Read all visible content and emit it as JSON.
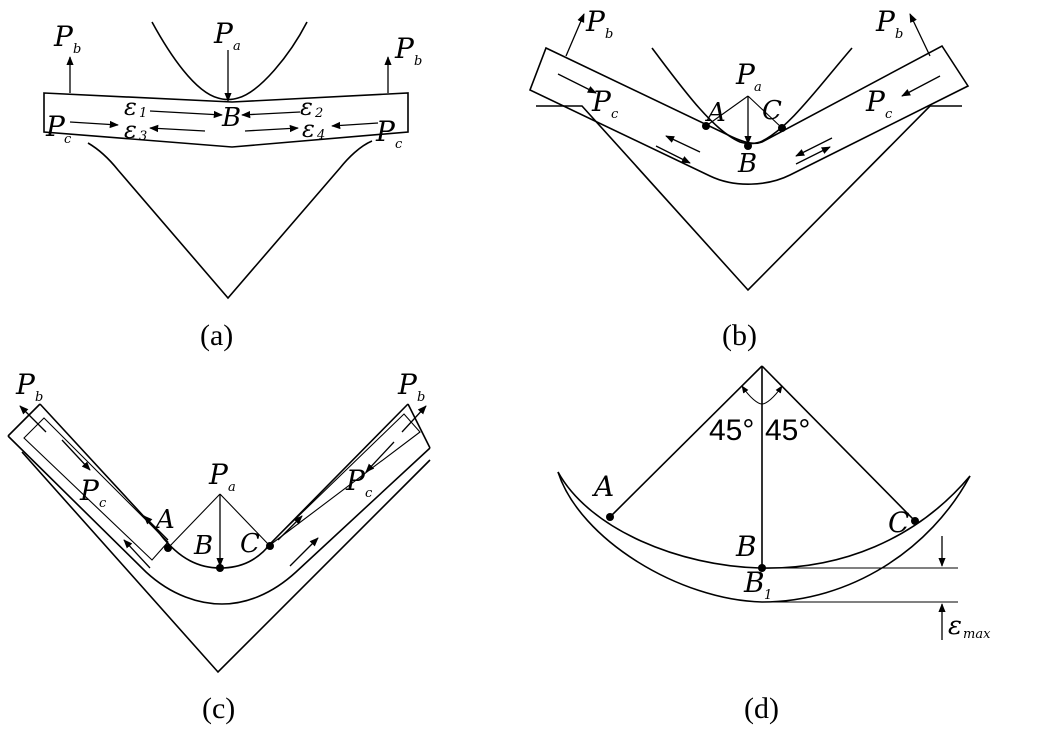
{
  "panels": {
    "a": {
      "caption": "(a)",
      "labels": {
        "pa": "P",
        "pa_sub": "a",
        "pb": "P",
        "pb_sub": "b",
        "pc": "P",
        "pc_sub": "c",
        "b": "B",
        "eps1": "ε",
        "eps1_sub": "1",
        "eps2": "ε",
        "eps2_sub": "2",
        "eps3": "ε",
        "eps3_sub": "3",
        "eps4": "ε",
        "eps4_sub": "4"
      }
    },
    "b": {
      "caption": "(b)",
      "labels": {
        "pa": "P",
        "pa_sub": "a",
        "pb": "P",
        "pb_sub": "b",
        "pc": "P",
        "pc_sub": "c",
        "a": "A",
        "b": "B",
        "c": "C"
      }
    },
    "c": {
      "caption": "(c)",
      "labels": {
        "pa": "P",
        "pa_sub": "a",
        "pb": "P",
        "pb_sub": "b",
        "pc": "P",
        "pc_sub": "c",
        "a": "A",
        "b": "B",
        "c": "C"
      }
    },
    "d": {
      "caption": "(d)",
      "labels": {
        "angle_left": "45°",
        "angle_right": "45°",
        "a": "A",
        "b": "B",
        "c": "C",
        "b1": "B",
        "b1_sub": "1",
        "eps": "ε",
        "eps_sub": "max"
      }
    }
  }
}
